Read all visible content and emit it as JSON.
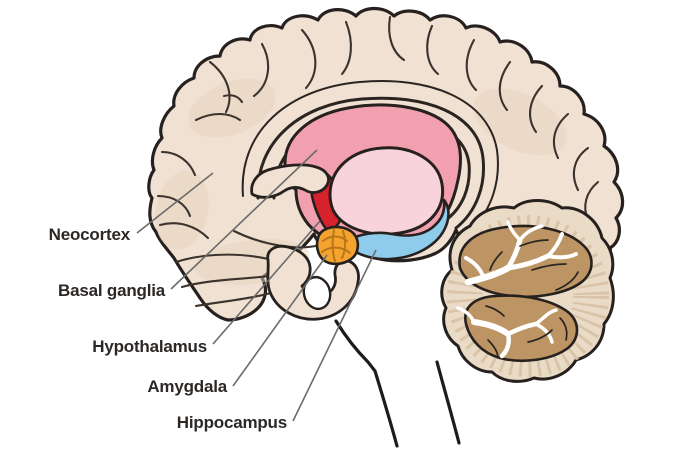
{
  "diagram": {
    "type": "brain-sagittal-section",
    "regions": [
      {
        "id": "neocortex",
        "label": "Neocortex",
        "color": "#F0E1D2"
      },
      {
        "id": "basal-ganglia",
        "label": "Basal ganglia",
        "color": "#F2A0AF"
      },
      {
        "id": "hypothalamus",
        "label": "Hypothalamus",
        "color": "#D5222D"
      },
      {
        "id": "amygdala",
        "label": "Amygdala",
        "color": "#F4A42E"
      },
      {
        "id": "hippocampus",
        "label": "Hippocampus",
        "color": "#8FCBEA"
      }
    ],
    "colors": {
      "background": "#FFFFFF",
      "cortex": "#F0E1D2",
      "cortex_shade": "#E5D0BC",
      "thalamus": "#F9D3DB",
      "cerebellum_fringe": "#EADBC7",
      "cerebellum_stripe": "#D9C4A8",
      "cerebellum_core": "#BD9464",
      "outline": "#26211F",
      "leader_line": "#6B6B6B",
      "label_text": "#2B2826"
    }
  }
}
